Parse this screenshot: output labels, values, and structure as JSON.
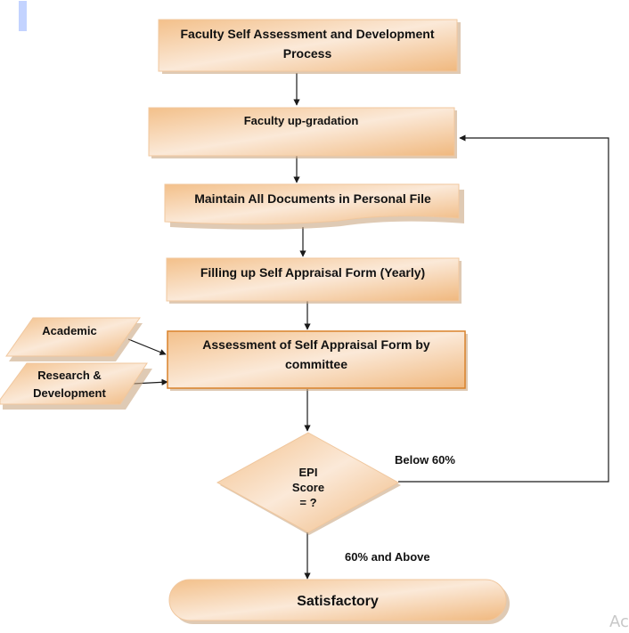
{
  "diagram": {
    "type": "flowchart",
    "colors": {
      "fill_light": "#fbe9d8",
      "fill_dark": "#f3c08a",
      "border": "#e8a96a",
      "accent_border": "#d9822b",
      "shadow": "#c9a682",
      "line": "#1a1a1a"
    },
    "nodes": {
      "start": {
        "shape": "rectangle",
        "lines": [
          "Faculty Self Assessment and Development",
          "Process"
        ]
      },
      "upgradation": {
        "shape": "rectangle",
        "lines": [
          "Faculty up-gradation"
        ]
      },
      "maintain": {
        "shape": "document",
        "lines": [
          "Maintain All Documents in Personal File"
        ]
      },
      "filling": {
        "shape": "rectangle",
        "lines": [
          "Filling up Self Appraisal Form (Yearly)"
        ]
      },
      "academic": {
        "shape": "parallelogram",
        "lines": [
          "Academic"
        ]
      },
      "research": {
        "shape": "parallelogram",
        "lines": [
          "Research &",
          "Development"
        ]
      },
      "assessment": {
        "shape": "rectangle",
        "lines": [
          "Assessment of Self Appraisal Form by",
          "committee"
        ]
      },
      "decision": {
        "shape": "diamond",
        "lines": [
          "EPI",
          "Score",
          "= ?"
        ]
      },
      "end": {
        "shape": "terminator",
        "lines": [
          "Satisfactory"
        ]
      }
    },
    "edges": [
      {
        "from": "start",
        "to": "upgradation",
        "label": ""
      },
      {
        "from": "upgradation",
        "to": "maintain",
        "label": ""
      },
      {
        "from": "maintain",
        "to": "filling",
        "label": ""
      },
      {
        "from": "filling",
        "to": "assessment",
        "label": ""
      },
      {
        "from": "academic",
        "to": "assessment",
        "label": ""
      },
      {
        "from": "research",
        "to": "assessment",
        "label": ""
      },
      {
        "from": "assessment",
        "to": "decision",
        "label": ""
      },
      {
        "from": "decision",
        "to": "upgradation",
        "label": "Below 60%"
      },
      {
        "from": "decision",
        "to": "end",
        "label": "60% and Above"
      }
    ]
  },
  "watermark": "Ac"
}
